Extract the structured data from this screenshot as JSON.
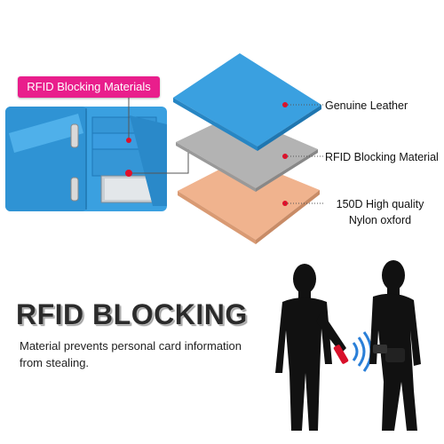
{
  "badge": {
    "label": "RFID Blocking Materials",
    "color": "#e91e8c"
  },
  "layers": {
    "leather": {
      "label": "Genuine Leather",
      "color": "#3aa0e0"
    },
    "rfid": {
      "label": "RFID Blocking Material",
      "color": "#b3b3b3"
    },
    "nylon": {
      "line1": "150D High quality",
      "line2": "Nylon oxford",
      "color": "#f0b38e"
    }
  },
  "marker_color": "#e0102a",
  "headline": "RFID BLOCKING",
  "description": "Material prevents personal card information from stealing.",
  "icons": [
    "passport-wallet-icon",
    "rfid-signal-icon",
    "person-silhouette-icon"
  ]
}
